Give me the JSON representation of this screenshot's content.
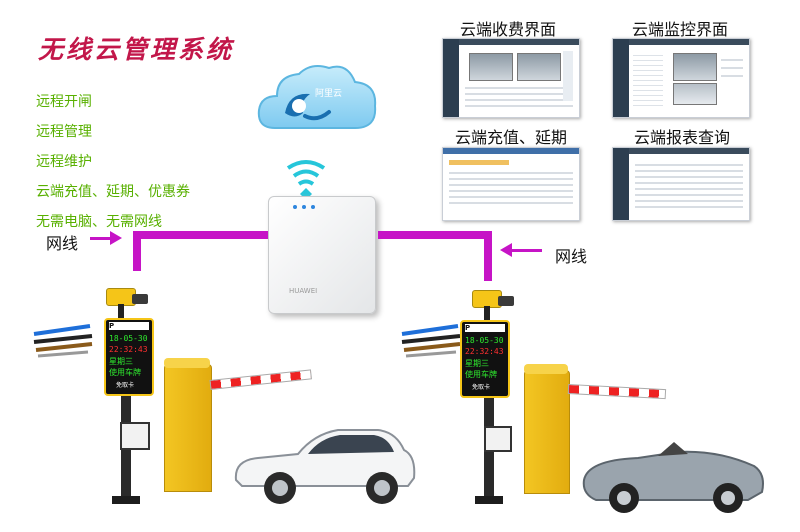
{
  "title": "无线云管理系统",
  "features": [
    "远程开闸",
    "远程管理",
    "远程维护",
    "云端充值、延期、优惠券",
    "无需电脑、无需网线"
  ],
  "cloud": {
    "label": "阿里云"
  },
  "router": {
    "brand": "HUAWEI"
  },
  "screenshots": [
    {
      "label": "云端收费界面"
    },
    {
      "label": "云端监控界面"
    },
    {
      "label": "云端充值、延期"
    },
    {
      "label": "云端报表查询"
    }
  ],
  "network_cable_label_left": "网线",
  "network_cable_label_right": "网线",
  "stations": [
    {
      "date": "18-05-30",
      "time": "22:32:43",
      "weekday": "星期三",
      "status": "使用车牌",
      "card": "免取卡"
    },
    {
      "date": "18-05-30",
      "time": "22:32:43",
      "weekday": "星期三",
      "status": "使用车牌",
      "card": "免取卡"
    }
  ],
  "colors": {
    "title": "#c2174a",
    "features": "#58b000",
    "wire": "#c614c6",
    "led_green": "#2ee82e",
    "led_red": "#ff3030"
  }
}
